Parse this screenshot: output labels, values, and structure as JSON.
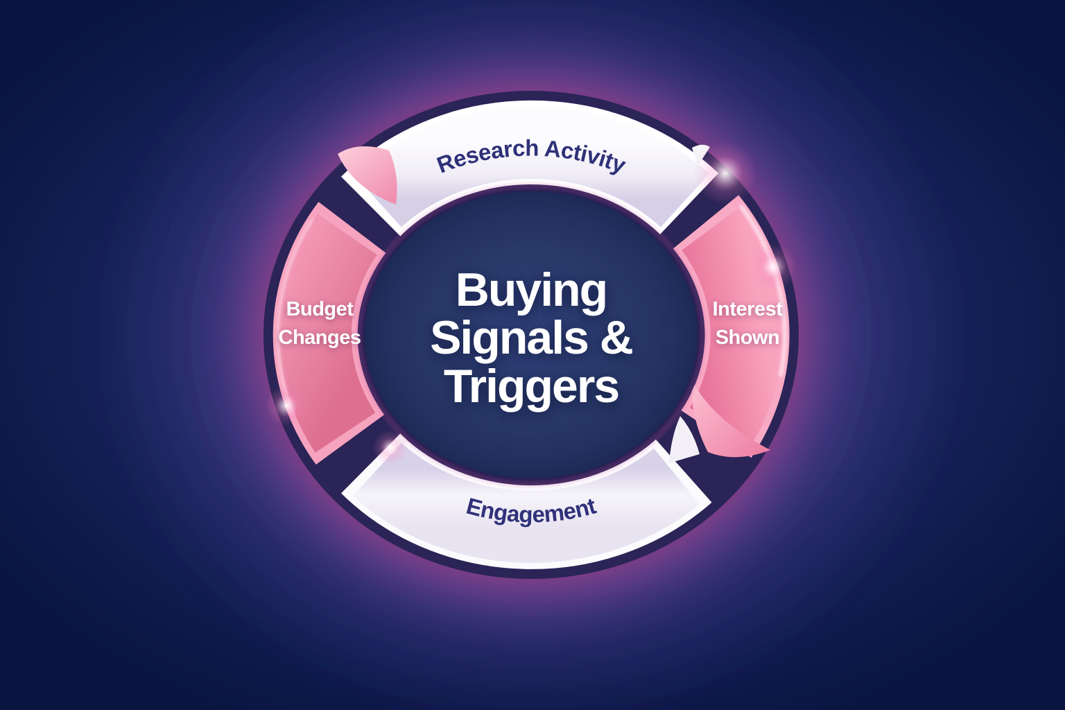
{
  "diagram": {
    "type": "cycle",
    "flow_direction": "clockwise",
    "center_label": {
      "text": "Buying Signals & Triggers",
      "lines": [
        "Buying",
        "Signals &",
        "Triggers"
      ]
    },
    "segments": [
      {
        "label": "Research Activity",
        "position": "top",
        "style": "light"
      },
      {
        "label": "Interest Shown",
        "position": "right",
        "style": "pink"
      },
      {
        "label": "Engagement",
        "position": "bottom",
        "style": "light"
      },
      {
        "label": "Budget Changes",
        "position": "left",
        "style": "pink"
      }
    ],
    "arrows": [
      {
        "position": "top-left",
        "color": "pink",
        "direction": "clockwise"
      },
      {
        "position": "bottom-right",
        "color": "pink",
        "direction": "clockwise"
      }
    ],
    "colors": {
      "background_corner": "#0a1540",
      "background_center": "#1a2a62",
      "ring_outline": "#2b2456",
      "segment_light_fill": "#f4f1f9",
      "segment_light_rim": "#ffffff",
      "segment_pink_fill": "#ee7fa2",
      "segment_pink_rim": "#f8a9c4",
      "arrow_pink": "#f9b8cc",
      "center_fill": "#2a3a6e",
      "glow_magenta": "#ee52a0",
      "glow_purple": "#6a4daf",
      "label_navy": "#2f3179",
      "label_white": "#ffffff"
    }
  }
}
